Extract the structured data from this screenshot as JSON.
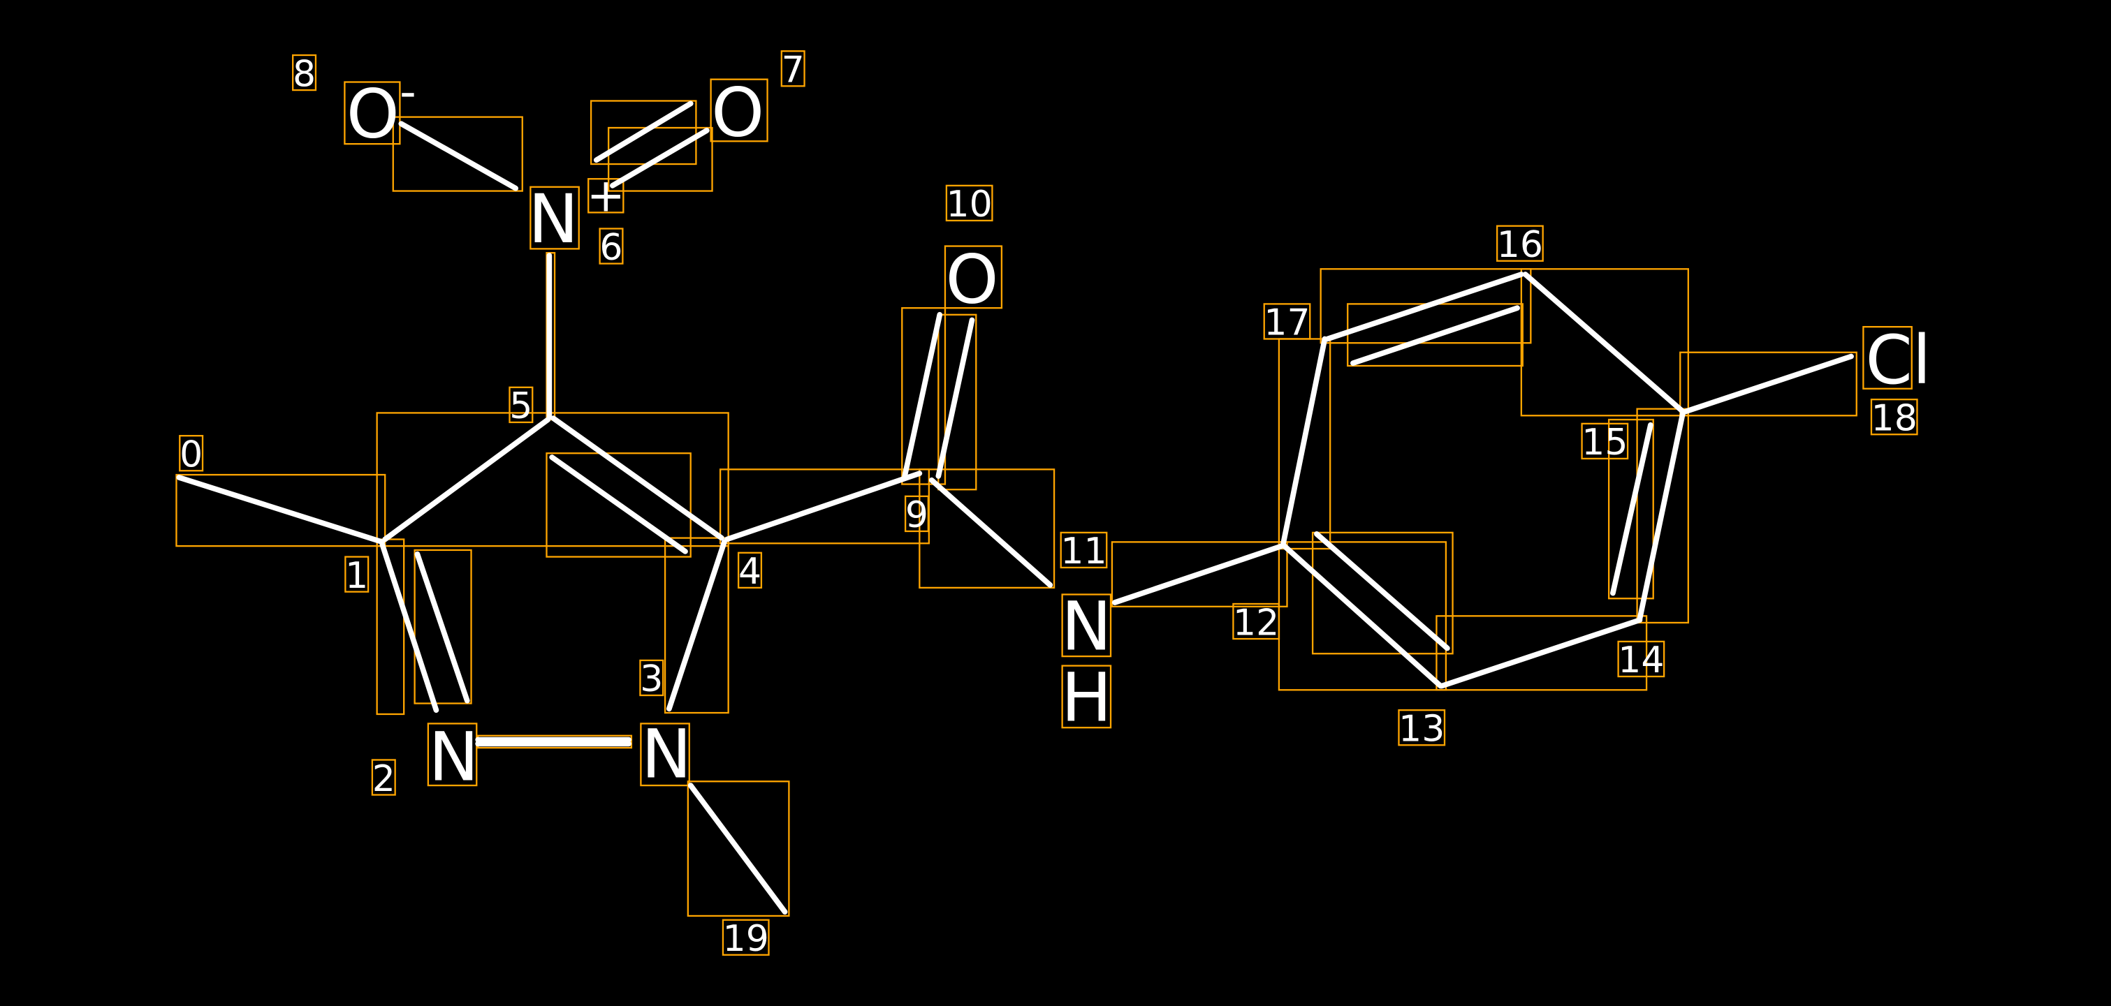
{
  "diagram": {
    "type": "molecule",
    "colors": {
      "background": "#000000",
      "bond": "#ffffff",
      "box": "#FFA500",
      "text": "#ffffff"
    },
    "atoms": [
      {
        "index": "0",
        "element": "C",
        "label": ""
      },
      {
        "index": "1",
        "element": "C",
        "label": ""
      },
      {
        "index": "2",
        "element": "N",
        "label": "N"
      },
      {
        "index": "3",
        "element": "N",
        "label": "N"
      },
      {
        "index": "4",
        "element": "C",
        "label": ""
      },
      {
        "index": "5",
        "element": "C",
        "label": ""
      },
      {
        "index": "6",
        "element": "N",
        "label": "N",
        "charge": "+"
      },
      {
        "index": "7",
        "element": "O",
        "label": "O"
      },
      {
        "index": "8",
        "element": "O",
        "label": "O",
        "charge": "-"
      },
      {
        "index": "9",
        "element": "C",
        "label": ""
      },
      {
        "index": "10",
        "element": "O",
        "label": "O"
      },
      {
        "index": "11",
        "element": "N",
        "label": "N",
        "label2": "H"
      },
      {
        "index": "12",
        "element": "C",
        "label": ""
      },
      {
        "index": "13",
        "element": "C",
        "label": ""
      },
      {
        "index": "14",
        "element": "C",
        "label": ""
      },
      {
        "index": "15",
        "element": "C",
        "label": ""
      },
      {
        "index": "16",
        "element": "C",
        "label": ""
      },
      {
        "index": "17",
        "element": "C",
        "label": ""
      },
      {
        "index": "18",
        "element": "Cl",
        "label": "Cl"
      },
      {
        "index": "19",
        "element": "C",
        "label": ""
      }
    ],
    "bonds": [
      {
        "a": 0,
        "b": 1,
        "order": 1
      },
      {
        "a": 1,
        "b": 5,
        "order": 1
      },
      {
        "a": 5,
        "b": 4,
        "order": 2
      },
      {
        "a": 4,
        "b": 3,
        "order": 1
      },
      {
        "a": 1,
        "b": 2,
        "order": 2
      },
      {
        "a": 2,
        "b": 3,
        "order": 1
      },
      {
        "a": 3,
        "b": 19,
        "order": 1
      },
      {
        "a": 5,
        "b": 6,
        "order": 1
      },
      {
        "a": 6,
        "b": 7,
        "order": 2
      },
      {
        "a": 6,
        "b": 8,
        "order": 1
      },
      {
        "a": 4,
        "b": 9,
        "order": 1
      },
      {
        "a": 9,
        "b": 10,
        "order": 2
      },
      {
        "a": 9,
        "b": 11,
        "order": 1
      },
      {
        "a": 11,
        "b": 12,
        "order": 1
      },
      {
        "a": 12,
        "b": 13,
        "order": 2
      },
      {
        "a": 13,
        "b": 14,
        "order": 1
      },
      {
        "a": 14,
        "b": 15,
        "order": 2
      },
      {
        "a": 15,
        "b": 16,
        "order": 1
      },
      {
        "a": 16,
        "b": 17,
        "order": 2
      },
      {
        "a": 17,
        "b": 12,
        "order": 1
      },
      {
        "a": 15,
        "b": 18,
        "order": 1
      }
    ]
  }
}
